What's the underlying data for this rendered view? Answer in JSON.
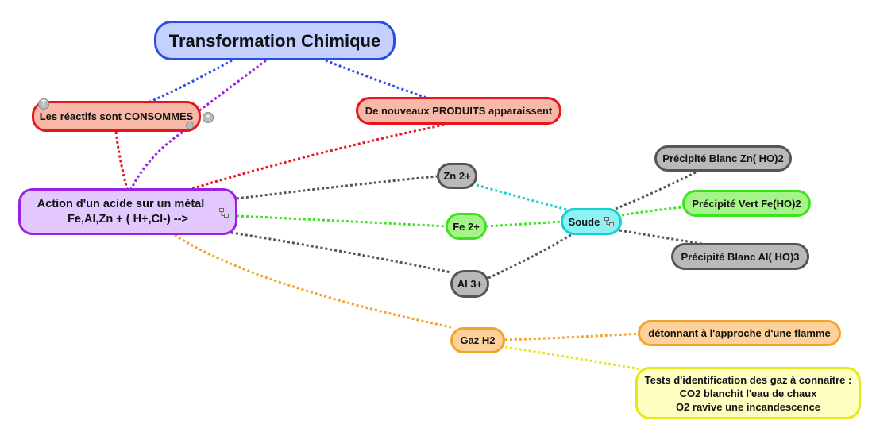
{
  "root": {
    "title": "Transformation Chimique"
  },
  "nodes": {
    "reactifs": "Les réactifs sont CONSOMMES",
    "produits": "De nouveaux PRODUITS apparaissent",
    "action_line1": "Action d'un acide sur un métal",
    "action_line2": "Fe,Al,Zn + ( H+,Cl-) -->",
    "zn": "Zn 2+",
    "fe": "Fe 2+",
    "al": "Al 3+",
    "soude": "Soude",
    "zn_precip": "Précipité Blanc Zn( HO)2",
    "fe_precip": "Précipité Vert  Fe(HO)2",
    "al_precip": "Précipité Blanc  Al( HO)3",
    "gaz": "Gaz H2",
    "detonnant": "détonnant à l'approche d'une flamme",
    "tests_line1": "Tests d'identification des gaz à connaitre :",
    "tests_line2": "CO2 blanchit l'eau de chaux",
    "tests_line3": "O2 ravive une incandescence"
  },
  "colors": {
    "blue": "#2a4fe0",
    "red": "#e8141e",
    "purple": "#9a20e4",
    "gray": "#555555",
    "green": "#3be31e",
    "cyan": "#14cfcf",
    "orange": "#f4a32a",
    "yellow": "#e6e61a"
  }
}
